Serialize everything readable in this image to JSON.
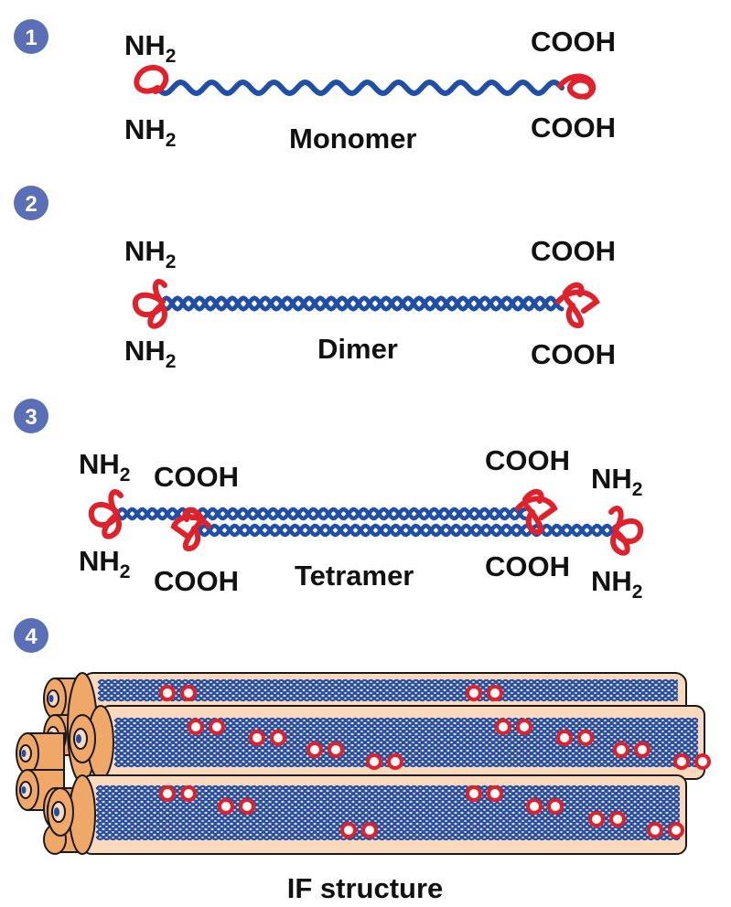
{
  "colors": {
    "helix": "#1f4fa8",
    "head": "#e0202a",
    "badge": "#5b6fb6",
    "tube_fill": "#fbd9bd",
    "tube_end": "#f0a868",
    "outline": "#1a1a1a"
  },
  "steps": [
    {
      "number": "1",
      "nh2_top": "NH",
      "nh2_bottom": "NH",
      "sub": "2",
      "cooh_top": "COOH",
      "cooh_bottom": "COOH",
      "caption": "Monomer"
    },
    {
      "number": "2",
      "nh2_top": "NH",
      "nh2_bottom": "NH",
      "sub": "2",
      "cooh_top": "COOH",
      "cooh_bottom": "COOH",
      "caption": "Dimer"
    },
    {
      "number": "3",
      "nh2_left_top": "NH",
      "nh2_left_bottom": "NH",
      "nh2_right_top": "NH",
      "nh2_right_bottom": "NH",
      "sub": "2",
      "cooh_left_top": "COOH",
      "cooh_left_bottom": "COOH",
      "cooh_right_top": "COOH",
      "cooh_right_bottom": "COOH",
      "caption": "Tetramer"
    },
    {
      "number": "4",
      "caption": "IF structure"
    }
  ]
}
